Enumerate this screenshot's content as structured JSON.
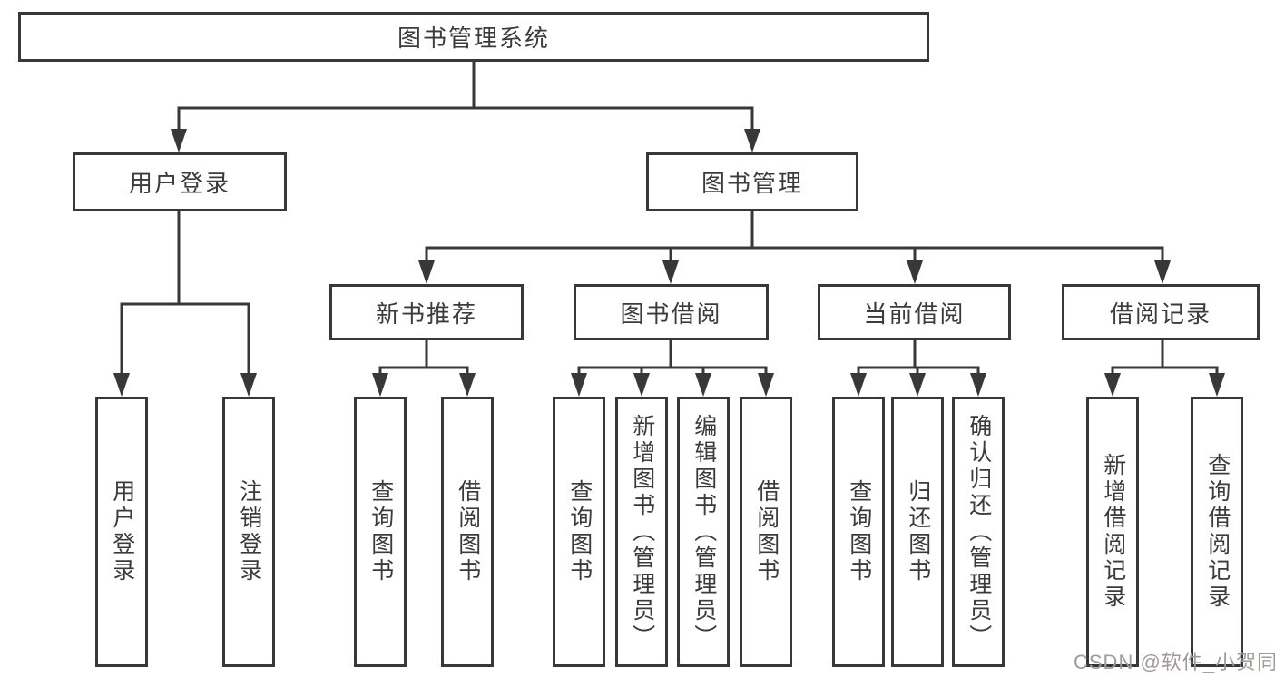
{
  "nodes": {
    "root": "图书管理系统",
    "level2": [
      "用户登录",
      "图书管理"
    ],
    "level3": [
      "新书推荐",
      "图书借阅",
      "当前借阅",
      "借阅记录"
    ],
    "leaves": {
      "user": [
        "用户登录",
        "注销登录"
      ],
      "recommend": [
        "查询图书",
        "借阅图书"
      ],
      "borrow": [
        "查询图书",
        "新增图书（管理员）",
        "编辑图书（管理员）",
        "借阅图书"
      ],
      "current": [
        "查询图书",
        "归还图书",
        "确认归还（管理员）"
      ],
      "records": [
        "新增借阅记录",
        "查询借阅记录"
      ]
    }
  },
  "watermark": "CSDN @软件_小贺同学",
  "colors": {
    "line": "#383838",
    "text": "#3b3b3b",
    "watermark": "#a09b98",
    "background": "#ffffff"
  }
}
